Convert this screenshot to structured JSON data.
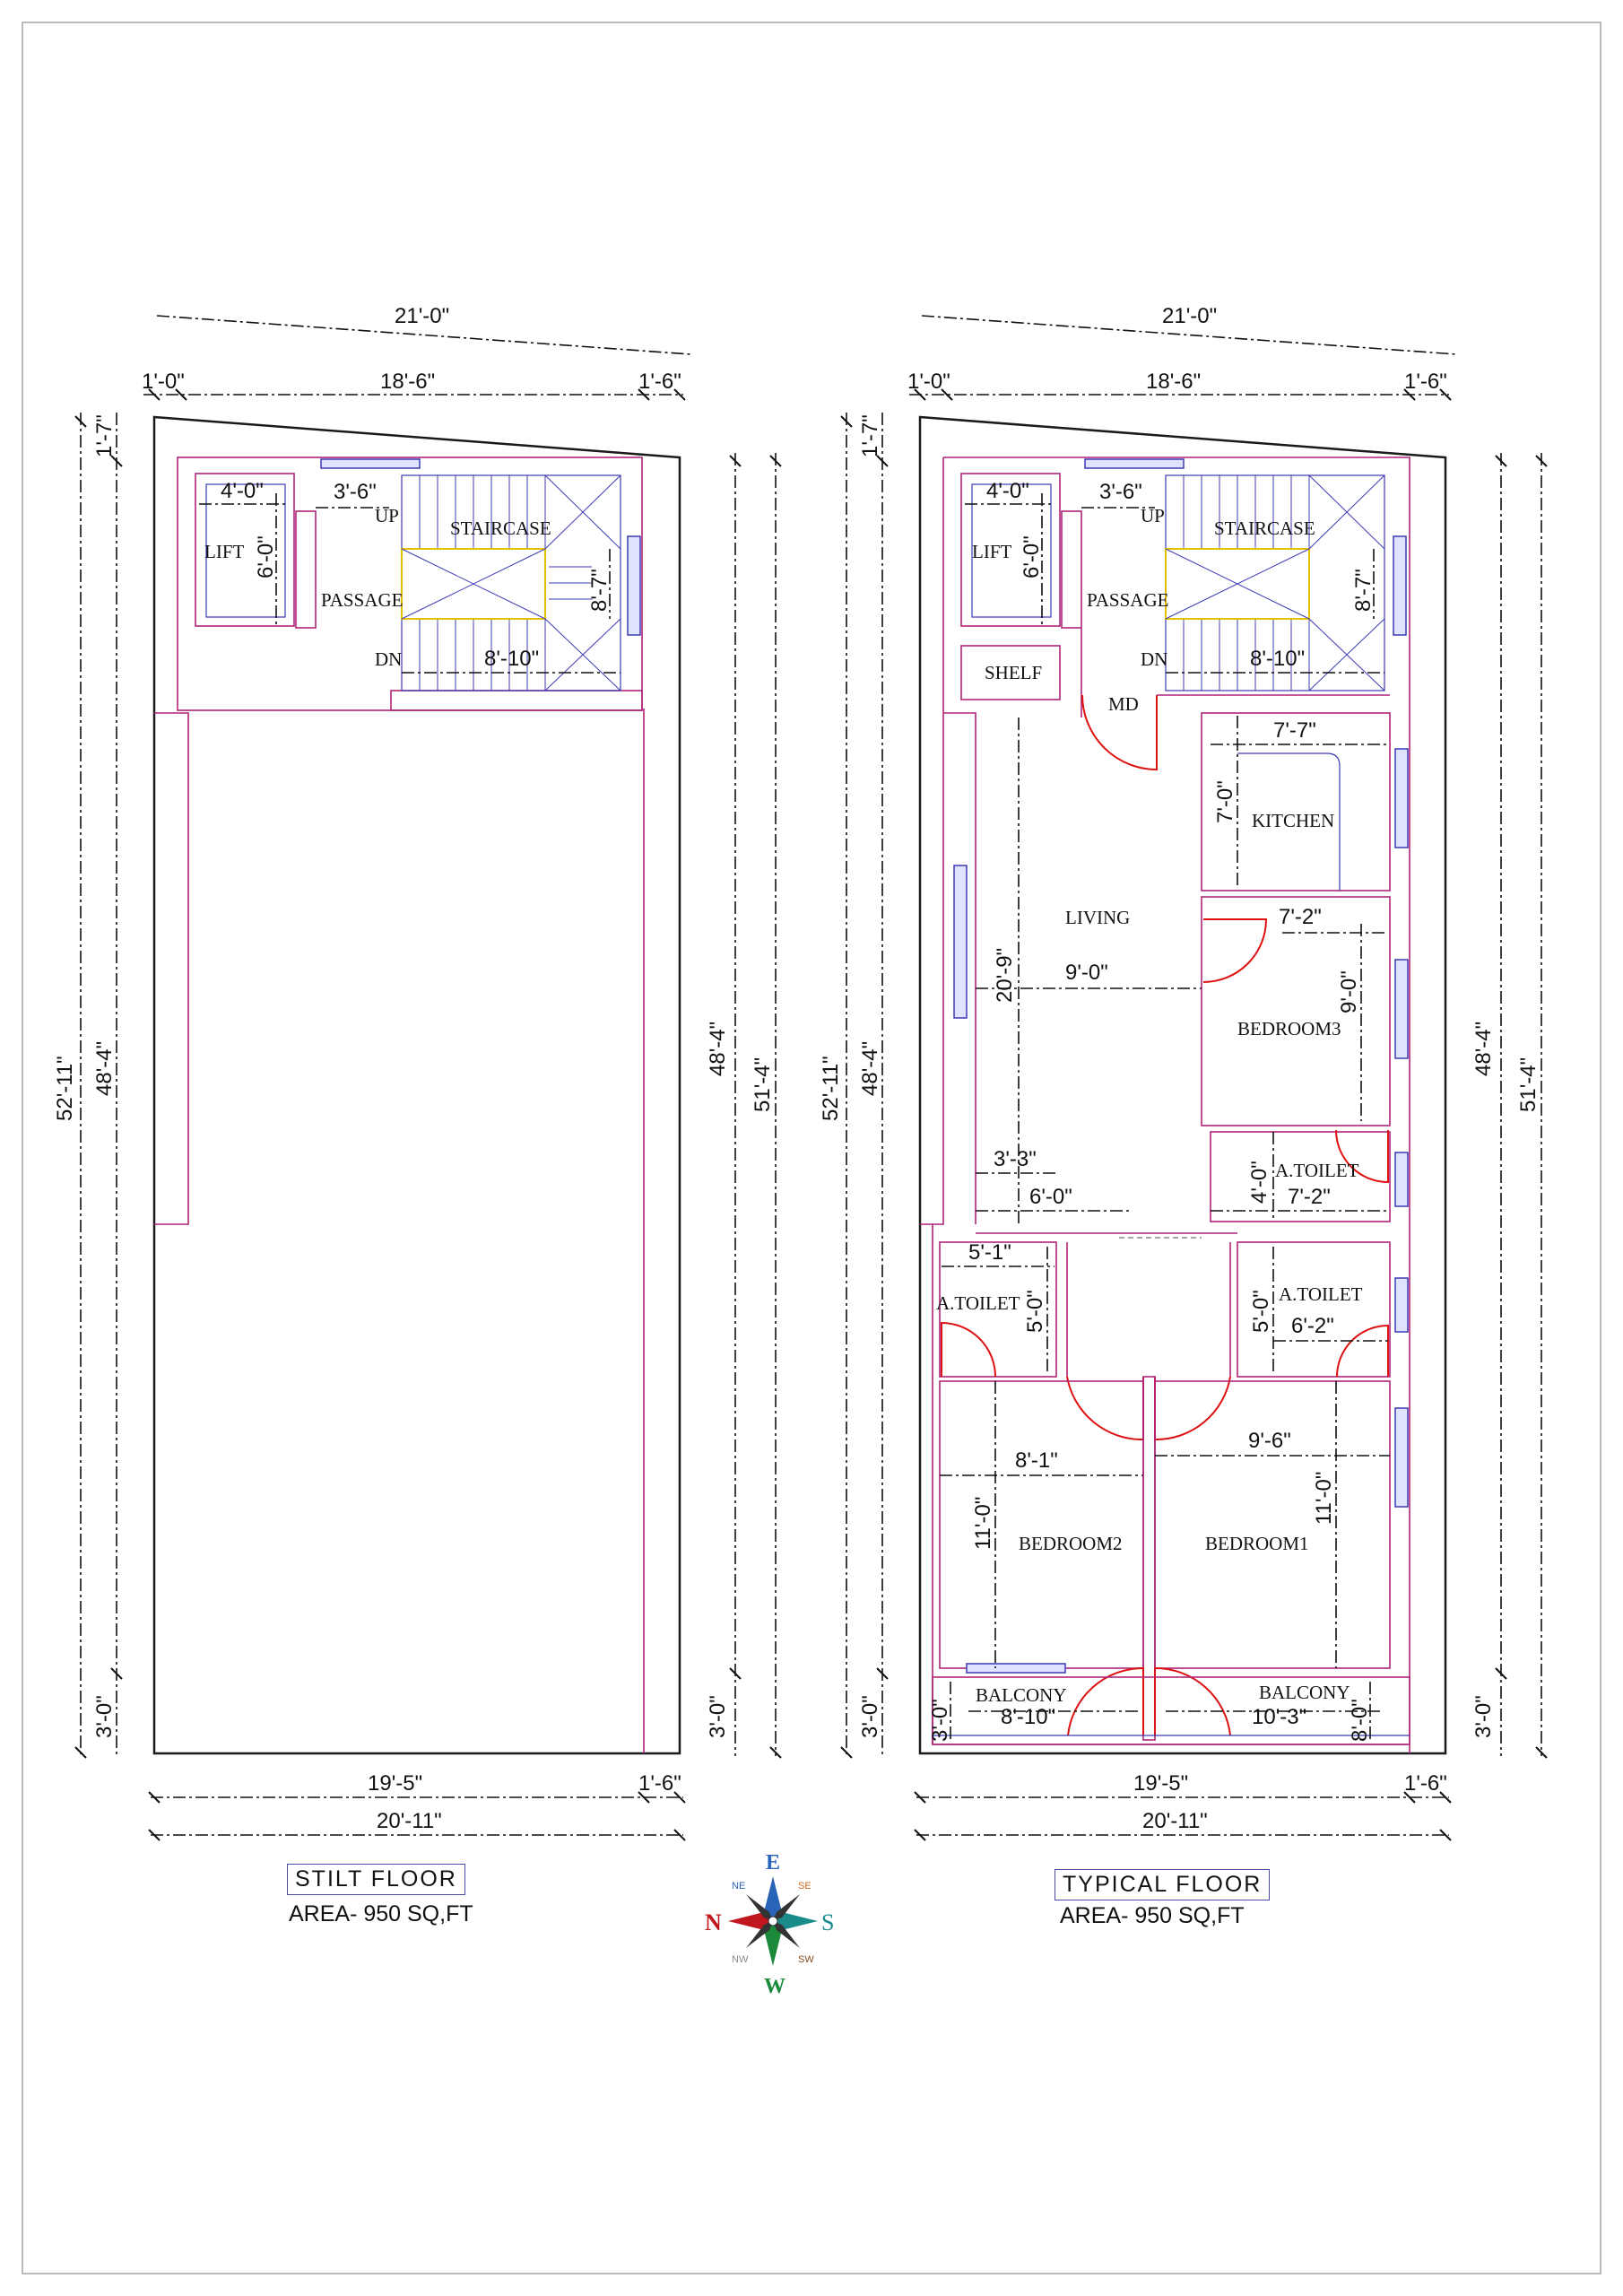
{
  "stilt": {
    "dims": {
      "top_total": "21'-0\"",
      "top_left": "1'-0\"",
      "top_mid": "18'-6\"",
      "top_right": "1'-6\"",
      "left_outer": "52'-11\"",
      "left_top": "1'-7\"",
      "left_inner": "48'-4\"",
      "left_bottom": "3'-0\"",
      "right_inner": "48'-4\"",
      "right_outer": "51'-4\"",
      "right_bottom": "3'-0\"",
      "bottom_mid": "19'-5\"",
      "bottom_right": "1'-6\"",
      "bottom_total": "20'-11\"",
      "lift_w": "4'-0\"",
      "lift_h": "6'-0\"",
      "passage_w": "3'-6\"",
      "stair_w": "8'-10\"",
      "stair_h": "8'-7\""
    },
    "rooms": {
      "lift": "LIFT",
      "passage": "PASSAGE",
      "staircase": "STAIRCASE",
      "up": "UP",
      "dn": "DN"
    },
    "caption": "STILT  FLOOR",
    "area": "AREA- 950 SQ,FT"
  },
  "typical": {
    "dims": {
      "top_total": "21'-0\"",
      "top_left": "1'-0\"",
      "top_mid": "18'-6\"",
      "top_right": "1'-6\"",
      "left_outer": "52'-11\"",
      "left_top": "1'-7\"",
      "left_inner": "48'-4\"",
      "left_bottom": "3'-0\"",
      "right_inner": "48'-4\"",
      "right_outer": "51'-4\"",
      "right_bottom": "3'-0\"",
      "bottom_mid": "19'-5\"",
      "bottom_right": "1'-6\"",
      "bottom_total": "20'-11\"",
      "lift_w": "4'-0\"",
      "lift_h": "6'-0\"",
      "passage_w": "3'-6\"",
      "stair_w": "8'-10\"",
      "stair_h": "8'-7\"",
      "kitchen_w": "7'-7\"",
      "kitchen_h": "7'-0\"",
      "living_w": "9'-0\"",
      "living_h": "20'-9\"",
      "bed3_w": "7'-2\"",
      "bed3_h": "9'-0\"",
      "toilet1_w": "7'-2\"",
      "toilet1_h": "4'-0\"",
      "living_small": "3'-3\"",
      "living_bottom": "6'-0\"",
      "toilet2_w": "5'-1\"",
      "toilet2_h": "5'-0\"",
      "toilet3_w": "6'-2\"",
      "toilet3_h": "5'-0\"",
      "bed2_w": "8'-1\"",
      "bed2_h": "11'-0\"",
      "bed1_w": "9'-6\"",
      "bed1_h": "11'-0\"",
      "balc1_w": "8'-10\"",
      "balc1_h": "3'-0\"",
      "balc2_w": "10'-3\"",
      "balc2_h": "8'-0\""
    },
    "rooms": {
      "lift": "LIFT",
      "passage": "PASSAGE",
      "staircase": "STAIRCASE",
      "up": "UP",
      "dn": "DN",
      "shelf": "SHELF",
      "md": "MD",
      "kitchen": "KITCHEN",
      "living": "LIVING",
      "bedroom3": "BEDROOM3",
      "toilet1": "A.TOILET",
      "toilet2": "A.TOILET",
      "toilet3": "A.TOILET",
      "bedroom2": "BEDROOM2",
      "bedroom1": "BEDROOM1",
      "balcony1": "BALCONY",
      "balcony2": "BALCONY"
    },
    "caption": "TYPICAL  FLOOR",
    "area": "AREA- 950 SQ,FT"
  },
  "compass": {
    "n": "N",
    "e": "E",
    "s": "S",
    "w": "W",
    "ne": "NE",
    "se": "SE",
    "sw": "SW",
    "nw": "NW"
  }
}
